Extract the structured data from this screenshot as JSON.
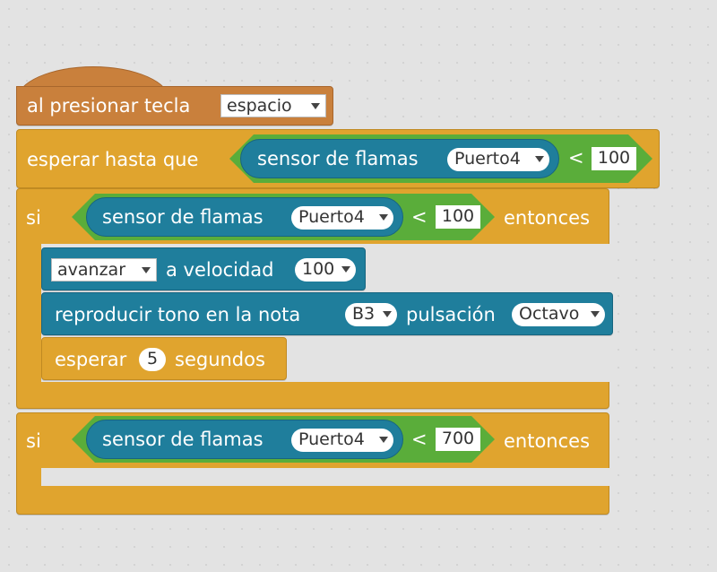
{
  "hat": {
    "label": "al presionar tecla",
    "key": "espacio"
  },
  "wait_until": {
    "label": "esperar hasta que",
    "sensor": "sensor de flamas",
    "port": "Puerto4",
    "op": "<",
    "value": "100"
  },
  "if1": {
    "label": "si",
    "then": "entonces",
    "sensor": "sensor de flamas",
    "port": "Puerto4",
    "op": "<",
    "value": "100",
    "move": {
      "direction": "avanzar",
      "label": "a velocidad",
      "speed": "100"
    },
    "tone": {
      "label": "reproducir tono en la nota",
      "note": "B3",
      "pulse_label": "pulsación",
      "pulse": "Octavo"
    },
    "wait": {
      "label": "esperar",
      "value": "5",
      "unit": "segundos"
    }
  },
  "if2": {
    "label": "si",
    "then": "entonces",
    "sensor": "sensor de flamas",
    "port": "Puerto4",
    "op": "<",
    "value": "700"
  }
}
